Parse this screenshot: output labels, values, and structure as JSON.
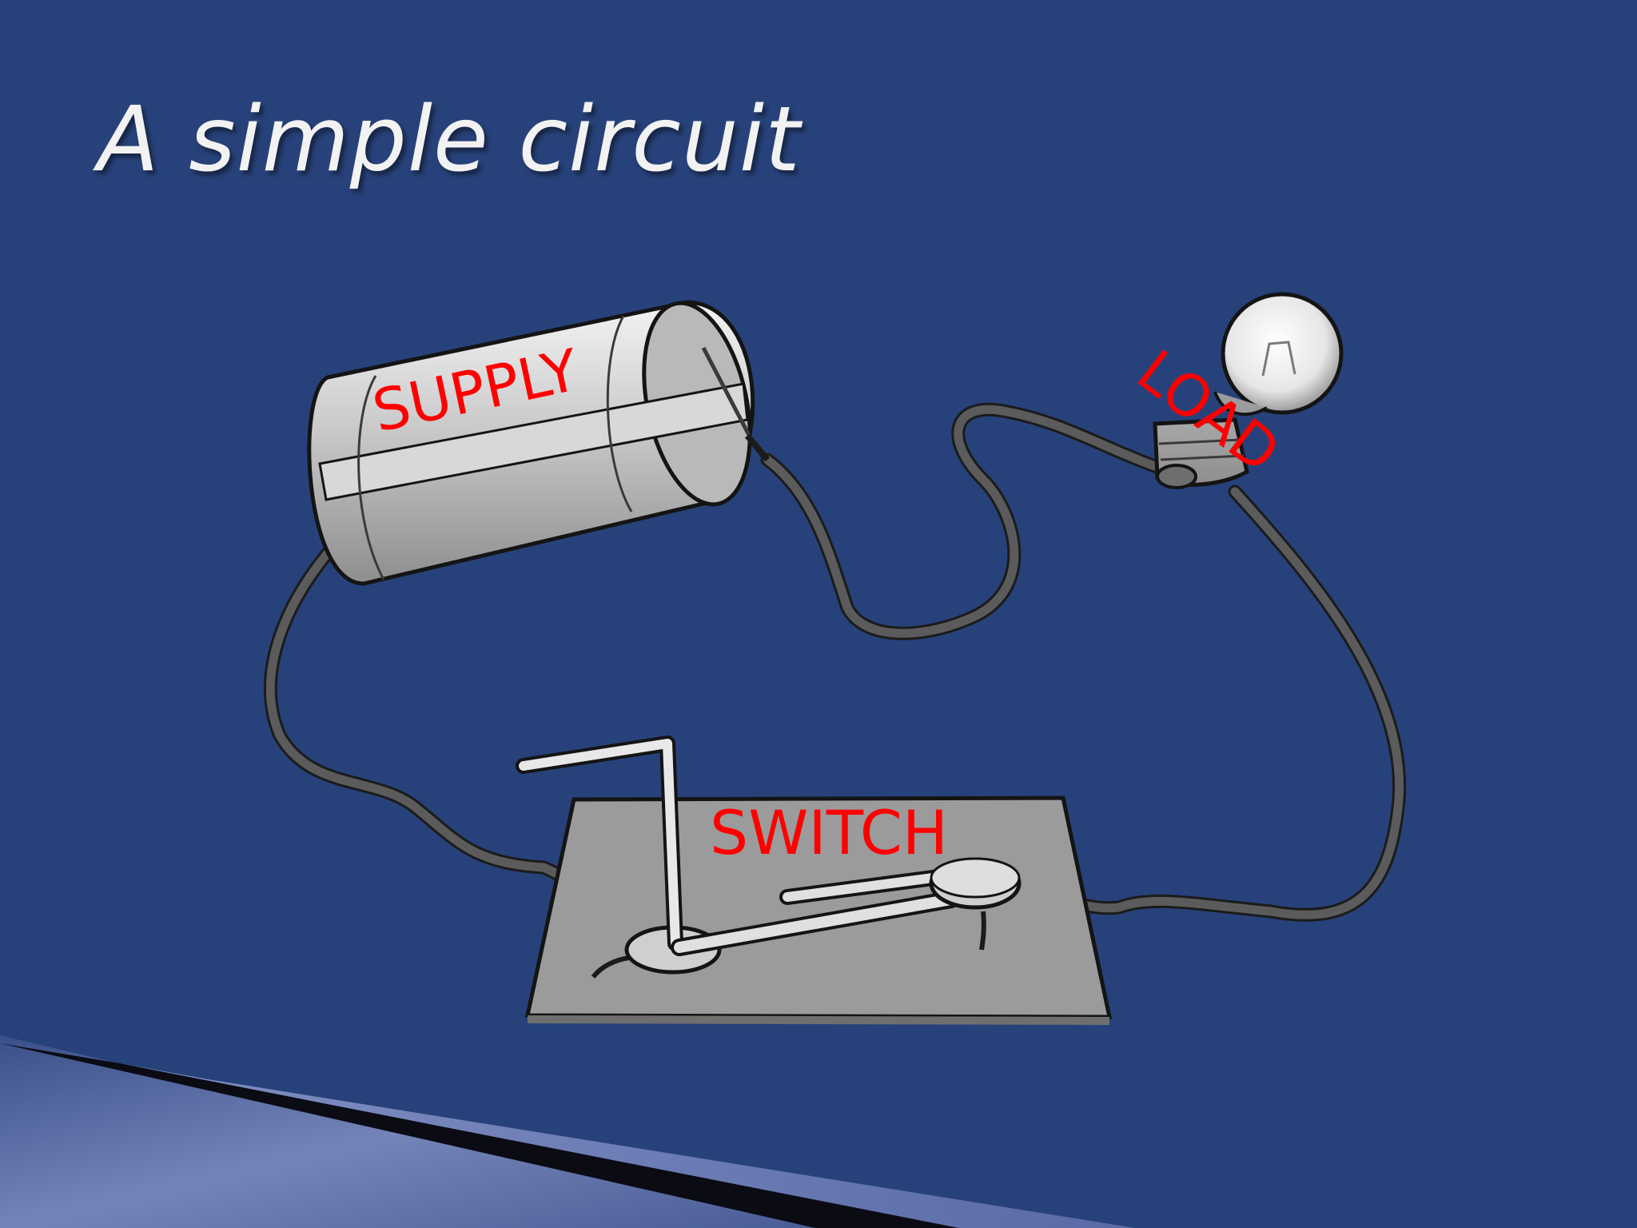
{
  "slide": {
    "title": "A simple circuit",
    "background_color": "#27427a"
  },
  "diagram": {
    "labels": {
      "supply": "SUPPLY",
      "load": "LOAD",
      "switch": "SWITCH"
    },
    "label_color": "#ff0000",
    "components": [
      "battery-cell",
      "light-bulb",
      "knife-switch",
      "wire"
    ]
  }
}
